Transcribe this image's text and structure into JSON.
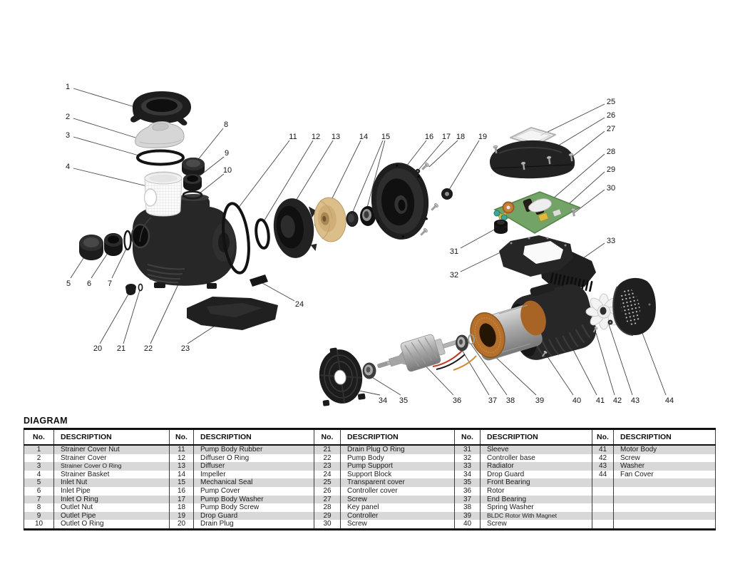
{
  "page": {
    "title": "DIAGRAM"
  },
  "table": {
    "no_header": "No.",
    "description_header": "DESCRIPTION",
    "group_count": 5,
    "rows_per_group": 10
  },
  "parts": [
    {
      "no": "1",
      "desc": "Strainer Cover Nut"
    },
    {
      "no": "2",
      "desc": "Strainer Cover"
    },
    {
      "no": "3",
      "desc": "Strainer Cover O Ring"
    },
    {
      "no": "4",
      "desc": "Strainer Basket"
    },
    {
      "no": "5",
      "desc": "Inlet Nut"
    },
    {
      "no": "6",
      "desc": "Inlet Pipe"
    },
    {
      "no": "7",
      "desc": "Inlet O Ring"
    },
    {
      "no": "8",
      "desc": "Outlet Nut"
    },
    {
      "no": "9",
      "desc": "Outlet Pipe"
    },
    {
      "no": "10",
      "desc": "Outlet O Ring"
    },
    {
      "no": "11",
      "desc": "Pump Body Rubber"
    },
    {
      "no": "12",
      "desc": "Diffuser O Ring"
    },
    {
      "no": "13",
      "desc": "Diffuser"
    },
    {
      "no": "14",
      "desc": "Impeller"
    },
    {
      "no": "15",
      "desc": "Mechanical Seal"
    },
    {
      "no": "16",
      "desc": "Pump Cover"
    },
    {
      "no": "17",
      "desc": "Pump Body Washer"
    },
    {
      "no": "18",
      "desc": "Pump Body Screw"
    },
    {
      "no": "19",
      "desc": "Drop Guard"
    },
    {
      "no": "20",
      "desc": "Drain Plug"
    },
    {
      "no": "21",
      "desc": "Drain Plug O Ring"
    },
    {
      "no": "22",
      "desc": "Pump Body"
    },
    {
      "no": "23",
      "desc": "Pump Support"
    },
    {
      "no": "24",
      "desc": "Support Block"
    },
    {
      "no": "25",
      "desc": "Transparent cover"
    },
    {
      "no": "26",
      "desc": "Controller cover"
    },
    {
      "no": "27",
      "desc": "Screw"
    },
    {
      "no": "28",
      "desc": "Key panel"
    },
    {
      "no": "29",
      "desc": "Controller"
    },
    {
      "no": "30",
      "desc": "Screw"
    },
    {
      "no": "31",
      "desc": "Sleeve"
    },
    {
      "no": "32",
      "desc": "Controller base"
    },
    {
      "no": "33",
      "desc": "Radiator"
    },
    {
      "no": "34",
      "desc": "Drop Guard"
    },
    {
      "no": "35",
      "desc": "Front Bearing"
    },
    {
      "no": "36",
      "desc": "Rotor"
    },
    {
      "no": "37",
      "desc": "End Bearing"
    },
    {
      "no": "38",
      "desc": "Spring Washer"
    },
    {
      "no": "39",
      "desc": "BLDC Rotor With Magnet"
    },
    {
      "no": "40",
      "desc": "Screw"
    },
    {
      "no": "41",
      "desc": "Motor Body"
    },
    {
      "no": "42",
      "desc": "Screw"
    },
    {
      "no": "43",
      "desc": "Washer"
    },
    {
      "no": "44",
      "desc": "Fan Cover"
    }
  ],
  "colors": {
    "line_art_dark": "#1f1f1f",
    "impeller_brass": "#d9ba84",
    "pcb_green": "#74a368",
    "winding_copper": "#b5702c",
    "table_row_shade": "#d8d8d8"
  }
}
